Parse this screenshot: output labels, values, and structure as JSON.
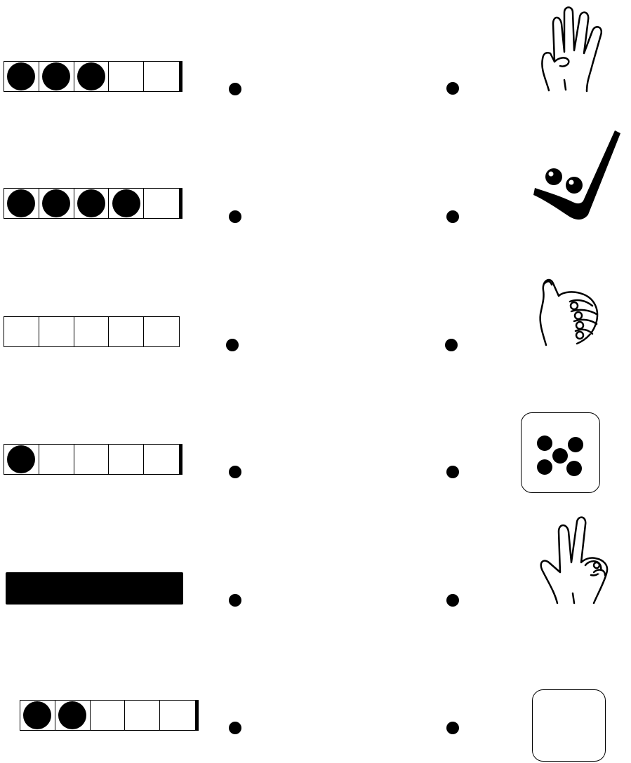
{
  "frames": [
    {
      "id": "row-1",
      "filled": 3,
      "total": 5
    },
    {
      "id": "row-2",
      "filled": 4,
      "total": 5
    },
    {
      "id": "row-3",
      "filled": 0,
      "total": 5
    },
    {
      "id": "row-4",
      "filled": 1,
      "total": 5
    },
    {
      "id": "row-5",
      "filled": 5,
      "total": 5,
      "style": "solid-bar"
    },
    {
      "id": "row-6",
      "filled": 2,
      "total": 5
    }
  ],
  "pictures": [
    {
      "id": "pic-1",
      "icon": "four-fingers-hand-icon"
    },
    {
      "id": "pic-2",
      "icon": "shovel-with-two-balls-icon",
      "balls": 2
    },
    {
      "id": "pic-3",
      "icon": "fist-zero-fingers-icon"
    },
    {
      "id": "pic-4",
      "icon": "die-five-icon",
      "pips": 5
    },
    {
      "id": "pic-5",
      "icon": "three-fingers-hand-icon"
    },
    {
      "id": "pic-6",
      "icon": "empty-die-icon",
      "pips": 0
    }
  ],
  "colors": {
    "ink": "#000000",
    "paper": "#ffffff"
  }
}
